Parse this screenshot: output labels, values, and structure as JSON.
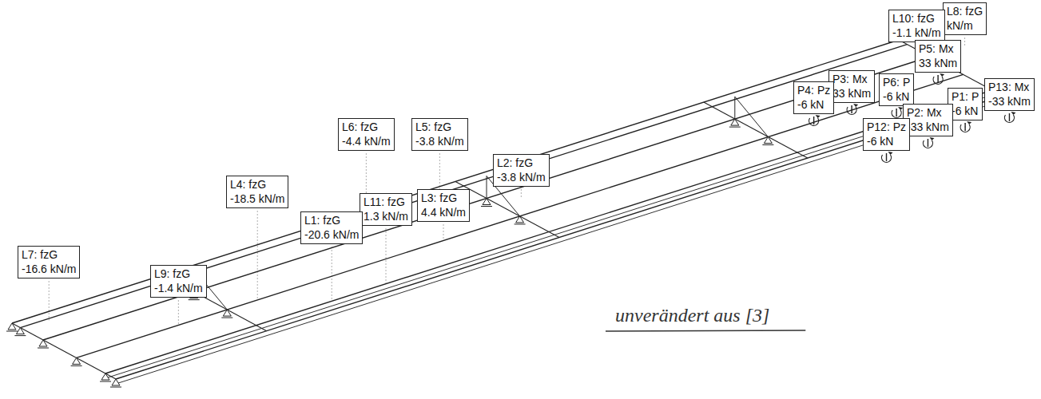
{
  "diagram": {
    "nodes": [
      {
        "text": [
          "L8: fzG",
          "kN/m"
        ]
      },
      {
        "text": [
          "L10: fzG",
          "-1.1 kN/m"
        ]
      },
      {
        "text": [
          "P5: Mx",
          "33 kNm"
        ]
      },
      {
        "text": [
          "P3: Mx",
          "33 kNm"
        ]
      },
      {
        "text": [
          "P6: P",
          "-6 kN"
        ]
      },
      {
        "text": [
          "P13: Mx",
          "-33 kNm"
        ]
      },
      {
        "text": [
          "P4: Pz",
          "-6 kN"
        ]
      },
      {
        "text": [
          "P1: P",
          "-6 kN"
        ]
      },
      {
        "text": [
          "P2: Mx",
          "-33 kNm"
        ]
      },
      {
        "text": [
          "P12: Pz",
          "-6 kN"
        ]
      },
      {
        "text": [
          "L6: fzG",
          "-4.4 kN/m"
        ]
      },
      {
        "text": [
          "L5: fzG",
          "-3.8 kN/m"
        ]
      },
      {
        "text": [
          "L2: fzG",
          "-3.8 kN/m"
        ]
      },
      {
        "text": [
          "L4: fzG",
          "-18.5 kN/m"
        ]
      },
      {
        "text": [
          "L3: fzG",
          "4.4 kN/m"
        ]
      },
      {
        "text": [
          "L11: fzG",
          "1.3 kN/m"
        ]
      },
      {
        "text": [
          "L1: fzG",
          "-20.6 kN/m"
        ]
      },
      {
        "text": [
          "L7: fzG",
          "-16.6 kN/m"
        ]
      },
      {
        "text": [
          "L9: fzG",
          "-1.4 kN/m"
        ]
      }
    ],
    "labels": [
      "unverändert aus [3]"
    ]
  }
}
